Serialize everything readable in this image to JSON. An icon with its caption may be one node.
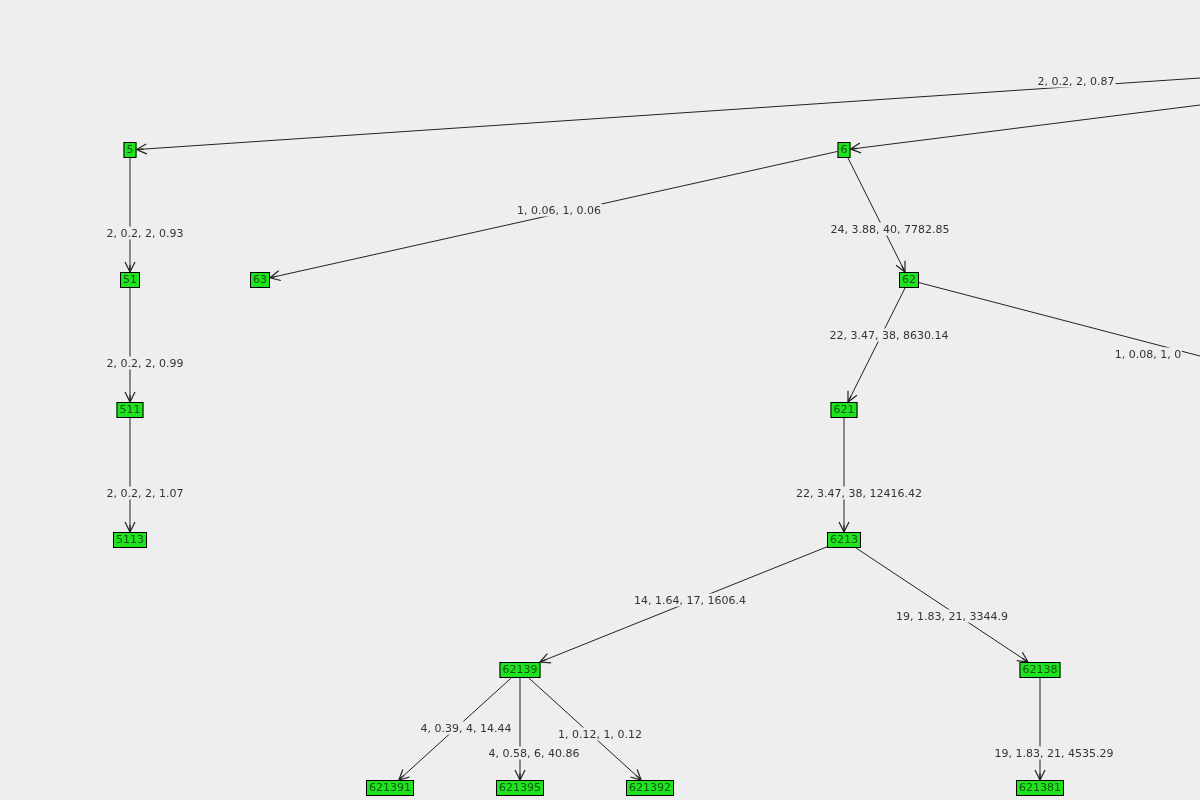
{
  "diagram": {
    "nodes": [
      {
        "text": [
          "5"
        ]
      },
      {
        "text": [
          "6"
        ]
      },
      {
        "text": [
          "51"
        ]
      },
      {
        "text": [
          "63"
        ]
      },
      {
        "text": [
          "62"
        ]
      },
      {
        "text": [
          "511"
        ]
      },
      {
        "text": [
          "621"
        ]
      },
      {
        "text": [
          "5113"
        ]
      },
      {
        "text": [
          "6213"
        ]
      },
      {
        "text": [
          "62139"
        ]
      },
      {
        "text": [
          "62138"
        ]
      },
      {
        "text": [
          "621391"
        ]
      },
      {
        "text": [
          "621395"
        ]
      },
      {
        "text": [
          "621392"
        ]
      },
      {
        "text": [
          "621381"
        ]
      }
    ],
    "edges": [
      {
        "from": null,
        "to": 0,
        "arrow": "to",
        "label": "2, 0.2, 2, 0.87"
      },
      {
        "from": null,
        "to": 1,
        "arrow": "to"
      },
      {
        "from": 0,
        "to": 2,
        "arrow": "to",
        "label": "2, 0.2, 2, 0.93"
      },
      {
        "from": 2,
        "to": 5,
        "arrow": "to",
        "label": "2, 0.2, 2, 0.99"
      },
      {
        "from": 5,
        "to": 7,
        "arrow": "to",
        "label": "2, 0.2, 2, 1.07"
      },
      {
        "from": 1,
        "to": 3,
        "arrow": "to",
        "label": "1, 0.06, 1, 0.06"
      },
      {
        "from": 1,
        "to": 4,
        "arrow": "to",
        "label": "24, 3.88, 40, 7782.85"
      },
      {
        "from": 4,
        "to": 6,
        "arrow": "to",
        "label": "22, 3.47, 38, 8630.14"
      },
      {
        "from": 4,
        "to": null,
        "arrow": "none",
        "label": "1, 0.08, 1, 0"
      },
      {
        "from": 6,
        "to": 8,
        "arrow": "to",
        "label": "22, 3.47, 38, 12416.42"
      },
      {
        "from": 8,
        "to": 9,
        "arrow": "to",
        "label": "14, 1.64, 17, 1606.4"
      },
      {
        "from": 8,
        "to": 10,
        "arrow": "to",
        "label": "19, 1.83, 21, 3344.9"
      },
      {
        "from": 9,
        "to": 11,
        "arrow": "to",
        "label": "4, 0.39, 4, 14.44"
      },
      {
        "from": 9,
        "to": 12,
        "arrow": "to",
        "label": "4, 0.58, 6, 40.86"
      },
      {
        "from": 9,
        "to": 13,
        "arrow": "to",
        "label": "1, 0.12, 1, 0.12"
      },
      {
        "from": 10,
        "to": 14,
        "arrow": "to",
        "label": "19, 1.83, 21, 4535.29"
      }
    ]
  }
}
